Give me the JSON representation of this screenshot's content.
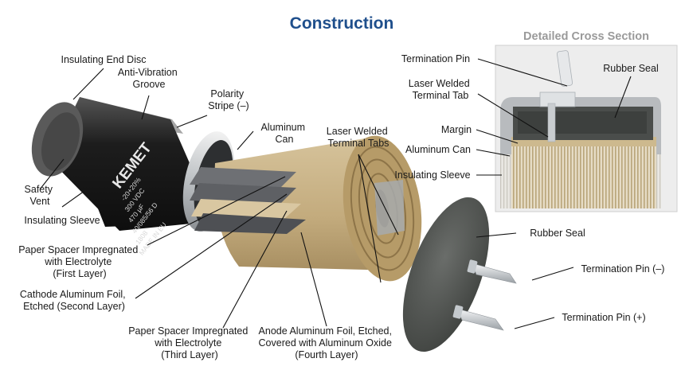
{
  "title": "Construction",
  "inset": {
    "title": "Detailed Cross Section"
  },
  "can_marking": {
    "brand": "KEMET",
    "lines": [
      "-20+20%",
      "300 VDC",
      "470 µF",
      "40/085/56 D",
      "1808",
      "MADE IN EU"
    ]
  },
  "labels": {
    "insulating_end_disc": "Insulating End Disc",
    "anti_vibration": [
      "Anti-Vibration",
      "Groove"
    ],
    "polarity_stripe": [
      "Polarity",
      "Stripe (–)"
    ],
    "aluminum_can": [
      "Aluminum",
      "Can"
    ],
    "safety_vent": [
      "Safety",
      "Vent"
    ],
    "insulating_sleeve": "Insulating Sleeve",
    "laser_welded_tabs": [
      "Laser Welded",
      "Terminal Tabs"
    ],
    "paper_first": [
      "Paper Spacer Impregnated",
      "with Electrolyte",
      "(First Layer)"
    ],
    "cathode_second": [
      "Cathode Aluminum Foil,",
      "Etched (Second Layer)"
    ],
    "paper_third": [
      "Paper Spacer Impregnated",
      "with Electrolyte",
      "(Third Layer)"
    ],
    "anode_fourth": [
      "Anode Aluminum Foil, Etched,",
      "Covered with Aluminum Oxide",
      "(Fourth Layer)"
    ],
    "rubber_seal": "Rubber Seal",
    "termination_minus": "Termination Pin (–)",
    "termination_plus": "Termination Pin (+)",
    "inset_termination_pin": "Termination Pin",
    "inset_rubber_seal": "Rubber Seal",
    "inset_laser_tab": [
      "Laser Welded",
      "Terminal Tab"
    ],
    "inset_margin": "Margin",
    "inset_aluminum_can": "Aluminum Can",
    "inset_insulating_sleeve": "Insulating Sleeve"
  },
  "colors": {
    "title": "#1f4f8c",
    "paper": "#c9b48a",
    "foil": "#6e7074",
    "can": "#2b2b2b",
    "seal": "#505350"
  }
}
